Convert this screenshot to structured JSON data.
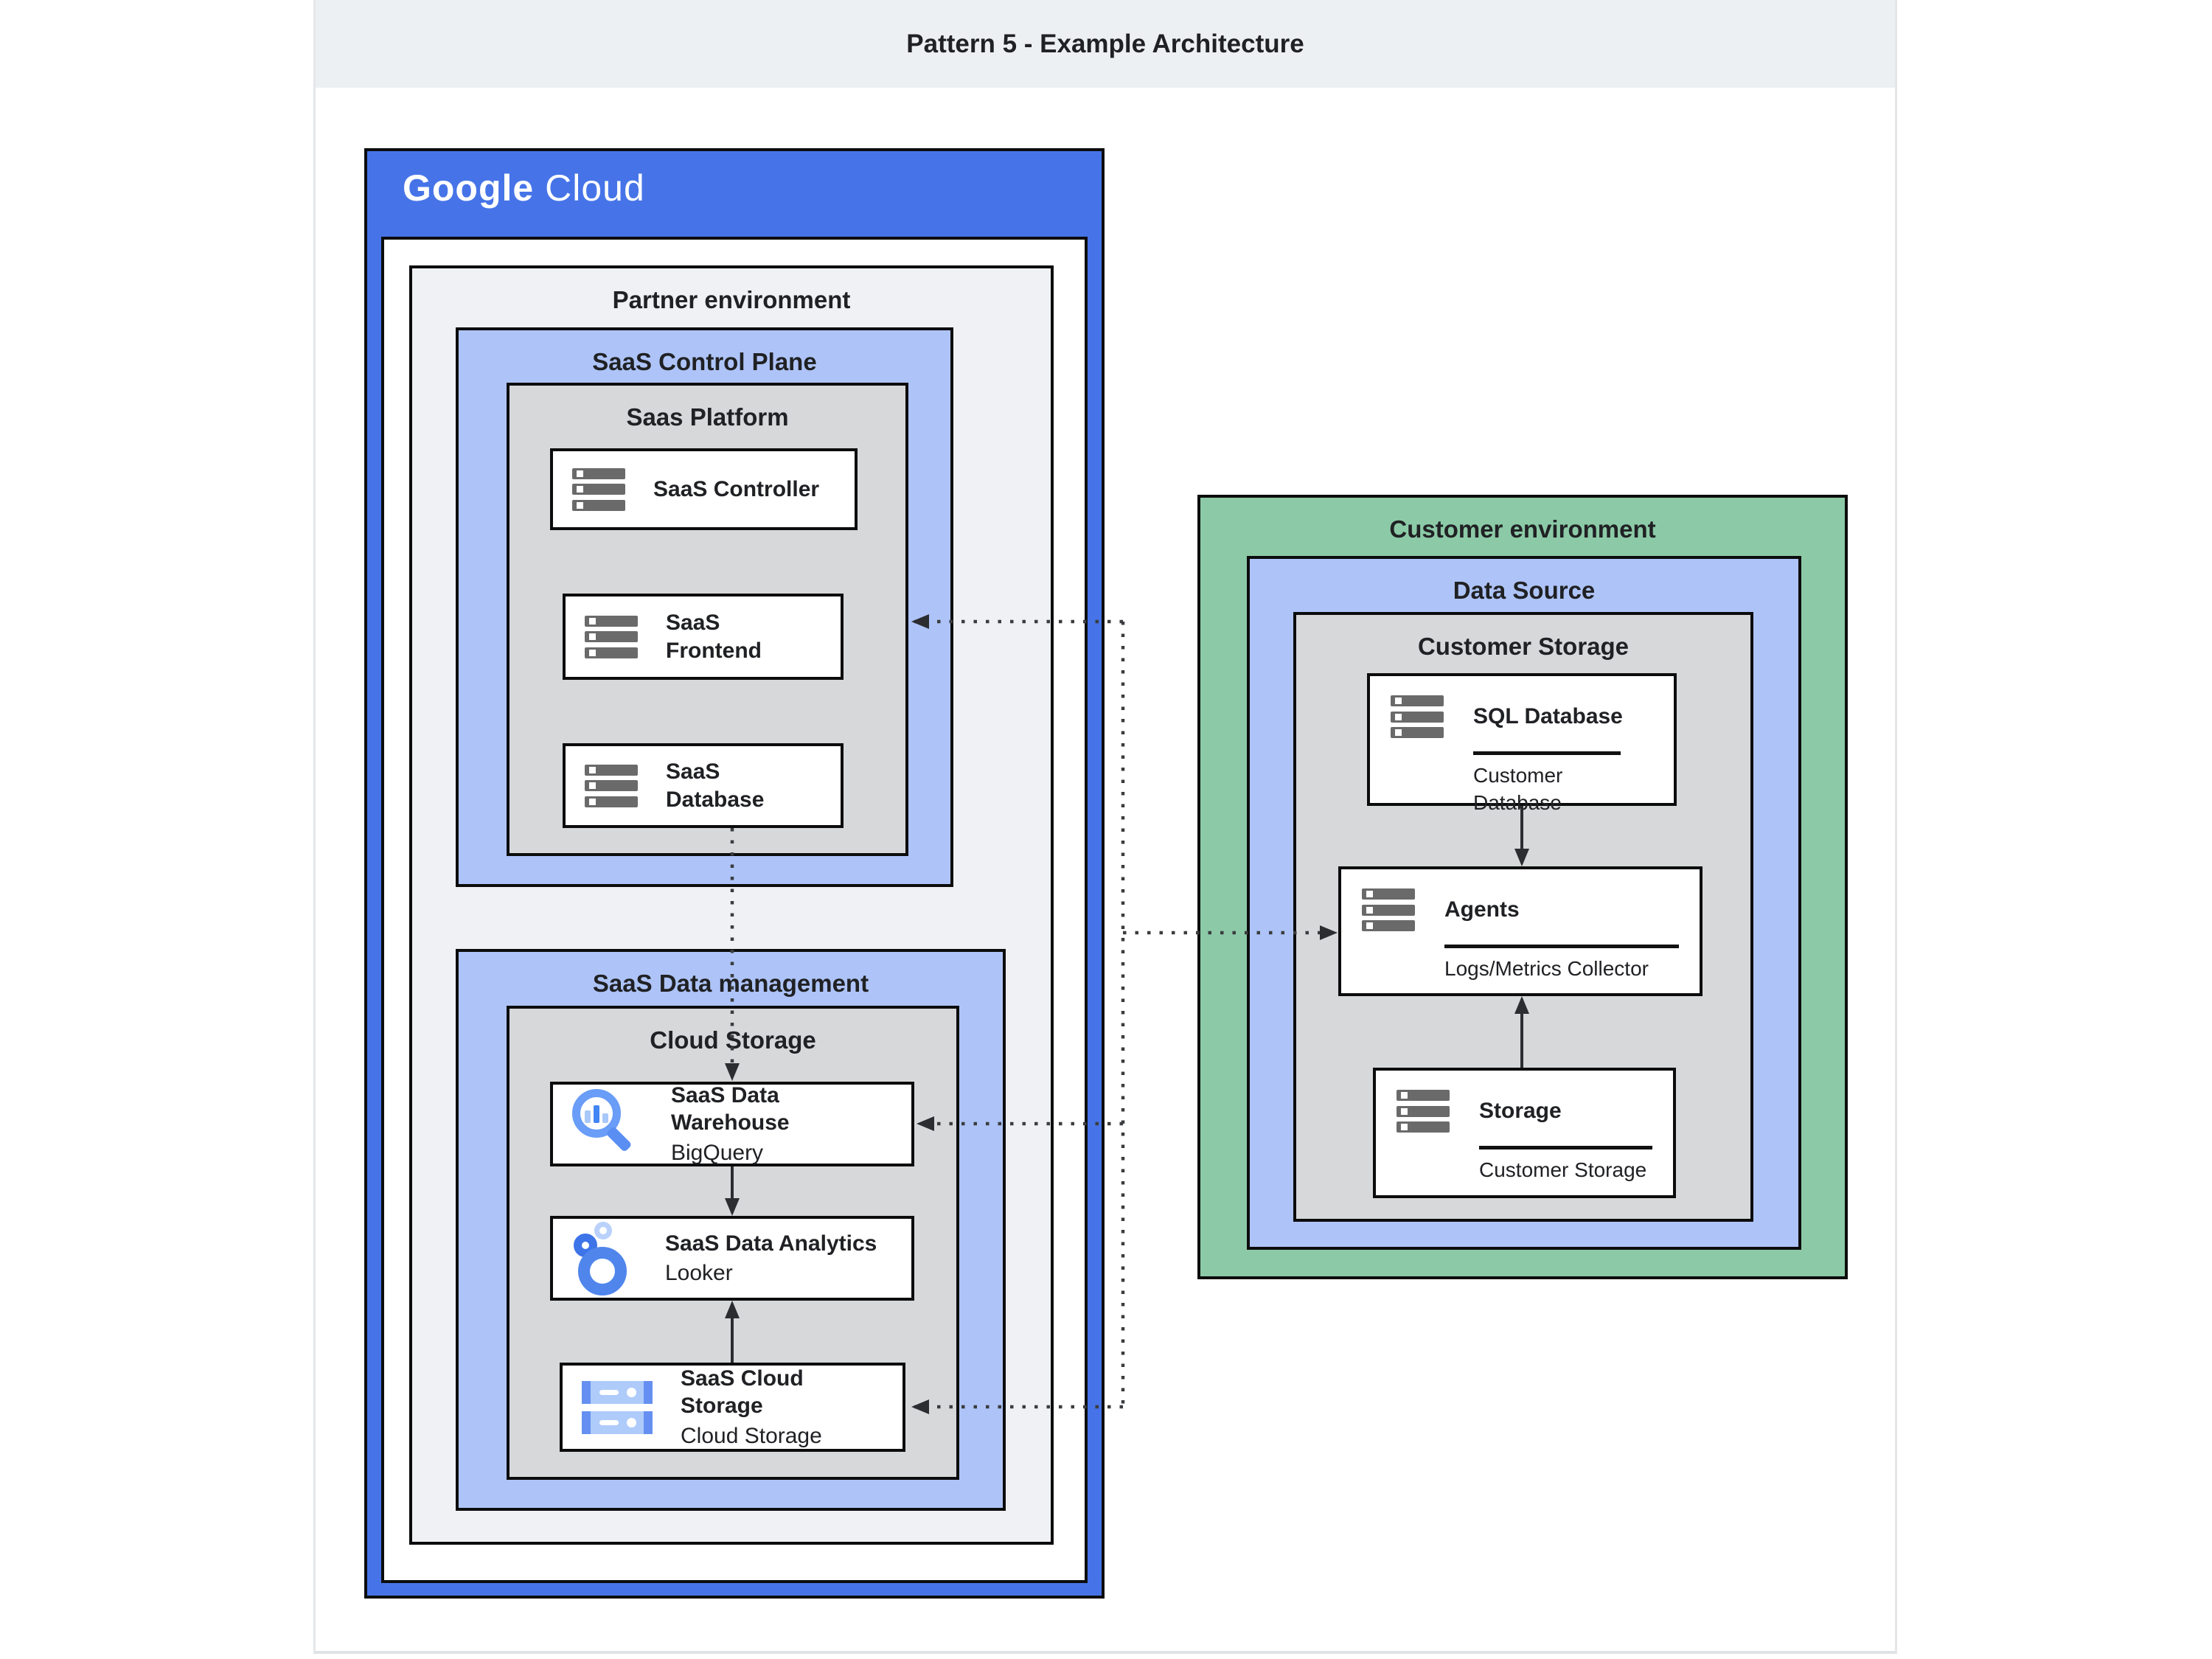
{
  "page": {
    "title": "Pattern 5 - Example Architecture"
  },
  "colors": {
    "google_blue": "#4674e8",
    "periwinkle_blue": "#aec4f8",
    "container_gray": "#d6d8da",
    "partner_bg": "#eff1f5",
    "customer_green": "#8ccaa7",
    "titlebar_gray": "#edf0f2",
    "border_black": "#0c0c0c",
    "text": "#202124",
    "server_icon_gray": "#6a6a6b",
    "bigquery_blue": "#699df7",
    "looker_blue": "#5086ec",
    "cloud_storage_blue": "#aecbfa"
  },
  "google_cloud": {
    "logo_part1": "Google",
    "logo_part2": "Cloud",
    "partner_env": {
      "label": "Partner environment",
      "control_plane": {
        "label": "SaaS Control Plane",
        "platform": {
          "label": "Saas Platform",
          "nodes": [
            {
              "label": "SaaS Controller",
              "icon": "server-icon"
            },
            {
              "label": "SaaS Frontend",
              "icon": "server-icon"
            },
            {
              "label": "SaaS Database",
              "icon": "server-icon"
            }
          ]
        }
      },
      "data_management": {
        "label": "SaaS Data management",
        "storage": {
          "label": "Cloud Storage",
          "nodes": [
            {
              "label": "SaaS Data Warehouse",
              "sublabel": "BigQuery",
              "icon": "bigquery-icon"
            },
            {
              "label": "SaaS Data Analytics",
              "sublabel": "Looker",
              "icon": "looker-icon"
            },
            {
              "label": "SaaS Cloud Storage",
              "sublabel": "Cloud Storage",
              "icon": "cloud-storage-icon"
            }
          ]
        }
      }
    }
  },
  "customer_environment": {
    "label": "Customer environment",
    "data_source": {
      "label": "Data Source",
      "customer_storage": {
        "label": "Customer Storage",
        "nodes": [
          {
            "label": "SQL Database",
            "caption": "Customer Database",
            "icon": "server-icon"
          },
          {
            "label": "Agents",
            "caption": "Logs/Metrics Collector",
            "icon": "server-icon"
          },
          {
            "label": "Storage",
            "caption": "Customer Storage",
            "icon": "server-icon"
          }
        ]
      }
    }
  },
  "connections": [
    {
      "style": "solid",
      "from": "SQL Database",
      "to": "Agents"
    },
    {
      "style": "solid",
      "from": "Storage",
      "to": "Agents"
    },
    {
      "style": "solid",
      "from": "SaaS Data Warehouse",
      "to": "SaaS Data Analytics"
    },
    {
      "style": "solid",
      "from": "SaaS Cloud Storage",
      "to": "SaaS Data Analytics"
    },
    {
      "style": "dotted",
      "from": "SaaS Database",
      "to": "SaaS Data Warehouse"
    },
    {
      "style": "dotted",
      "from": "trunk",
      "to": "SaaS Frontend"
    },
    {
      "style": "dotted",
      "from": "trunk",
      "to": "Agents"
    },
    {
      "style": "dotted",
      "from": "trunk",
      "to": "SaaS Data Warehouse"
    },
    {
      "style": "dotted",
      "from": "trunk",
      "to": "SaaS Cloud Storage"
    }
  ]
}
